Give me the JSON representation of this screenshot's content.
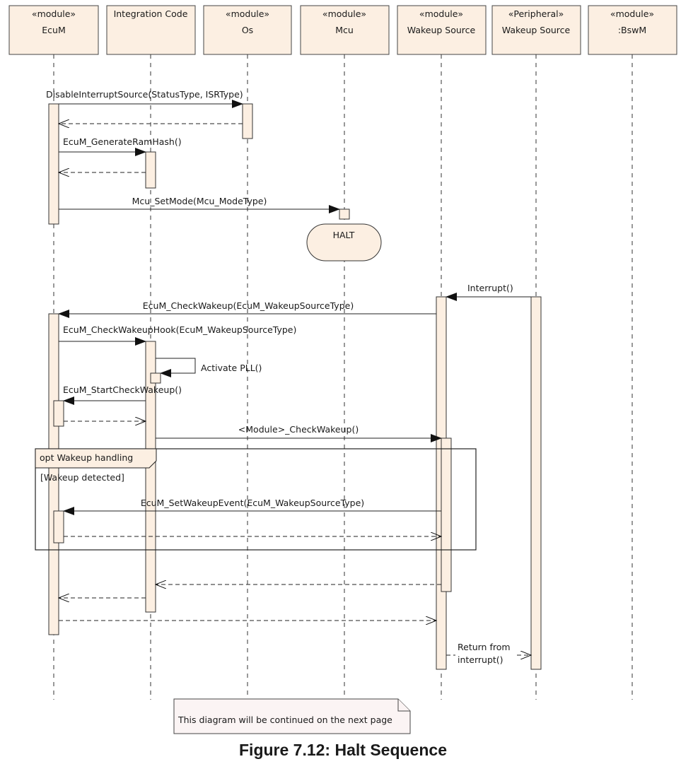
{
  "lifelines": [
    {
      "stereotype": "«module»",
      "name": "EcuM"
    },
    {
      "stereotype": "",
      "name": "Integration Code"
    },
    {
      "stereotype": "«module»",
      "name": "Os"
    },
    {
      "stereotype": "«module»",
      "name": "Mcu"
    },
    {
      "stereotype": "«module»",
      "name": "Wakeup Source"
    },
    {
      "stereotype": "«Peripheral»",
      "name": "Wakeup Source"
    },
    {
      "stereotype": "«module»",
      "name": ":BswM"
    }
  ],
  "messages": {
    "disable_interrupt": "DisableInterruptSource(StatusType, ISRType)",
    "generate_ram_hash": "EcuM_GenerateRamHash()",
    "mcu_set_mode": "Mcu_SetMode(Mcu_ModeType)",
    "interrupt": "Interrupt()",
    "check_wakeup": "EcuM_CheckWakeup(EcuM_WakeupSourceType)",
    "check_wakeup_hook": "EcuM_CheckWakeupHook(EcuM_WakeupSourceType)",
    "activate_pll": "Activate PLL()",
    "start_check_wakeup": "EcuM_StartCheckWakeup()",
    "module_check_wakeup": "<Module>_CheckWakeup()",
    "set_wakeup_event": "EcuM_SetWakeupEvent(EcuM_WakeupSourceType)",
    "return_from_interrupt_1": "Return from",
    "return_from_interrupt_2": "interrupt()"
  },
  "state": {
    "halt": "HALT"
  },
  "fragment": {
    "operator": "opt Wakeup handling",
    "guard": "[Wakeup detected]"
  },
  "note": "This diagram will be continued on the next page",
  "caption": "Figure 7.12: Halt Sequence"
}
